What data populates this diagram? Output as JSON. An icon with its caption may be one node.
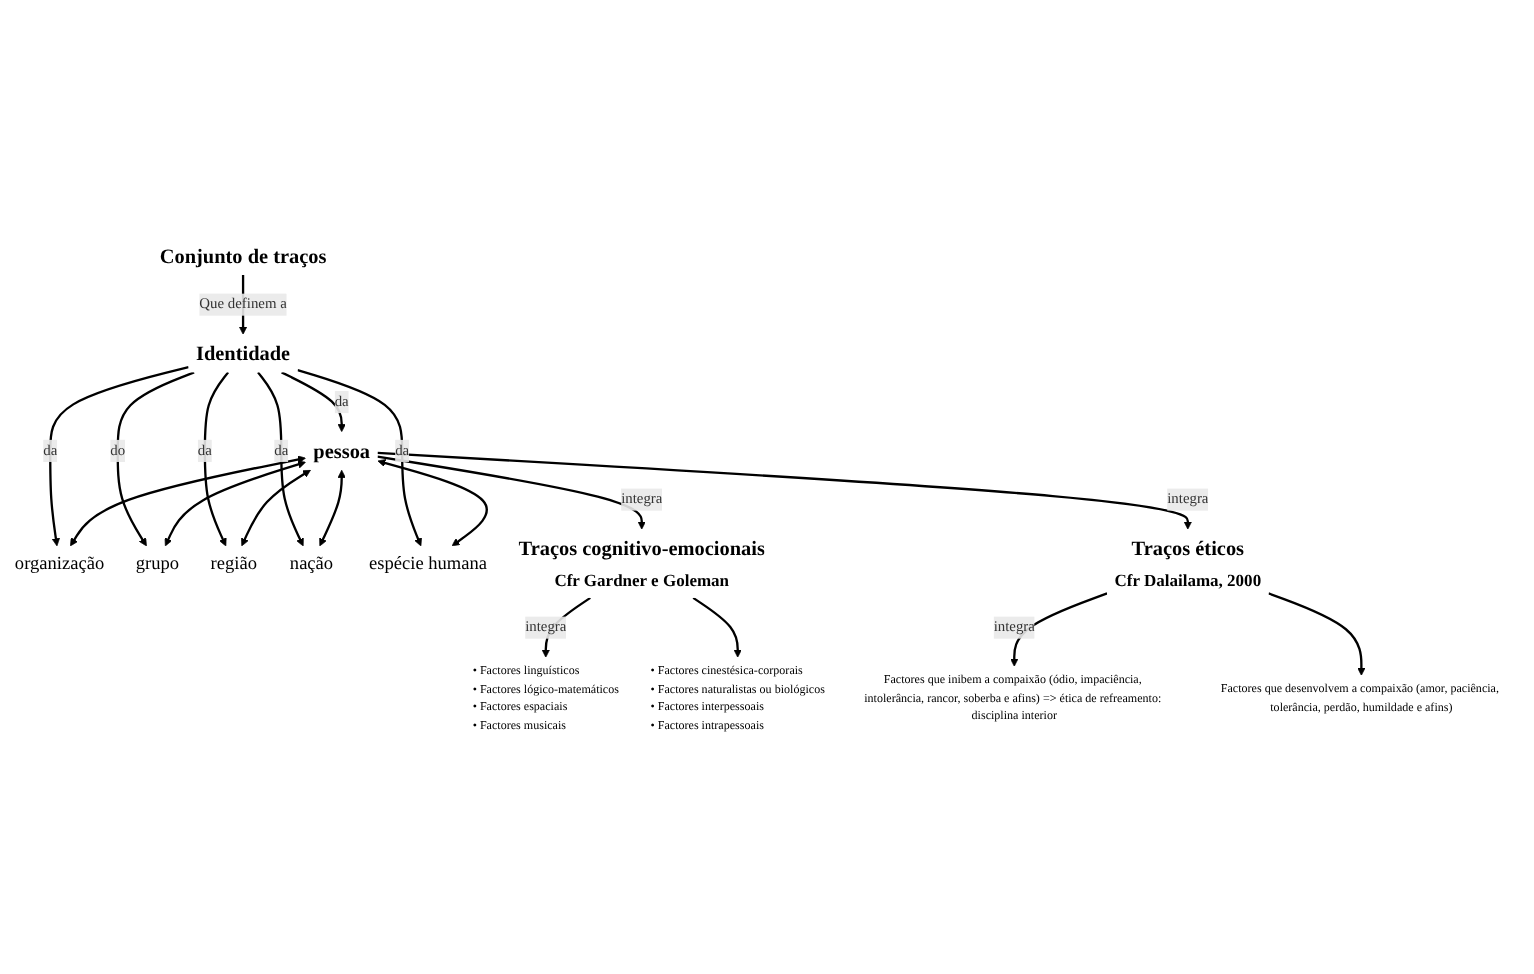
{
  "diagram": {
    "nodes": [
      {
        "text": [
          "Conjunto de traços"
        ]
      },
      {
        "text": [
          "Identidade"
        ]
      },
      {
        "text": [
          "organização"
        ]
      },
      {
        "text": [
          "grupo"
        ]
      },
      {
        "text": [
          "região"
        ]
      },
      {
        "text": [
          "nação"
        ]
      },
      {
        "text": [
          "espécie humana"
        ]
      },
      {
        "text": [
          "pessoa"
        ]
      },
      {
        "text": [
          "Traços cognitivo-emocionais",
          "Cfr Gardner e Goleman"
        ]
      },
      {
        "text": [
          "• Factores linguísticos",
          "• Factores lógico-matemáticos",
          "• Factores espaciais",
          "• Factores musicais"
        ]
      },
      {
        "text": [
          "• Factores cinestésica-corporais",
          "• Factores naturalistas ou biológicos",
          "• Factores interpessoais",
          "• Factores intrapessoais"
        ]
      },
      {
        "text": [
          "Traços éticos",
          "Cfr Dalailama, 2000"
        ]
      },
      {
        "text": [
          "Factores que inibem a compaixão (ódio, impaciência, intolerância, rancor, soberba e afins) => ética de refreamento: disciplina interior"
        ]
      },
      {
        "text": [
          "Factores que desenvolvem a compaixão (amor, paciência, tolerância, perdão, humildade e afins)"
        ]
      }
    ],
    "edges": [
      {
        "from": 0,
        "to": 1,
        "arrow": "to",
        "label": "Que definem a"
      },
      {
        "from": 1,
        "to": 2,
        "arrow": "to",
        "label": "da"
      },
      {
        "from": 1,
        "to": 3,
        "arrow": "to",
        "label": "do"
      },
      {
        "from": 1,
        "to": 7,
        "arrow": "to",
        "label": "da"
      },
      {
        "from": 1,
        "to": 4,
        "arrow": "to",
        "label": "da"
      },
      {
        "from": 1,
        "to": 5,
        "arrow": "to",
        "label": "da"
      },
      {
        "from": 1,
        "to": 6,
        "arrow": "to",
        "label": "da"
      },
      {
        "from": 7,
        "to": 2,
        "arrow": "both"
      },
      {
        "from": 7,
        "to": 3,
        "arrow": "both"
      },
      {
        "from": 7,
        "to": 4,
        "arrow": "both"
      },
      {
        "from": 7,
        "to": 5,
        "arrow": "both"
      },
      {
        "from": 7,
        "to": 6,
        "arrow": "both"
      },
      {
        "from": 7,
        "to": 8,
        "arrow": "to",
        "label": "integra"
      },
      {
        "from": 7,
        "to": 11,
        "arrow": "to",
        "label": "integra"
      },
      {
        "from": 8,
        "to": 9,
        "arrow": "to",
        "label": "integra"
      },
      {
        "from": 8,
        "to": 10,
        "arrow": "to"
      },
      {
        "from": 11,
        "to": 12,
        "arrow": "to",
        "label": "integra"
      },
      {
        "from": 11,
        "to": 13,
        "arrow": "to"
      }
    ]
  }
}
